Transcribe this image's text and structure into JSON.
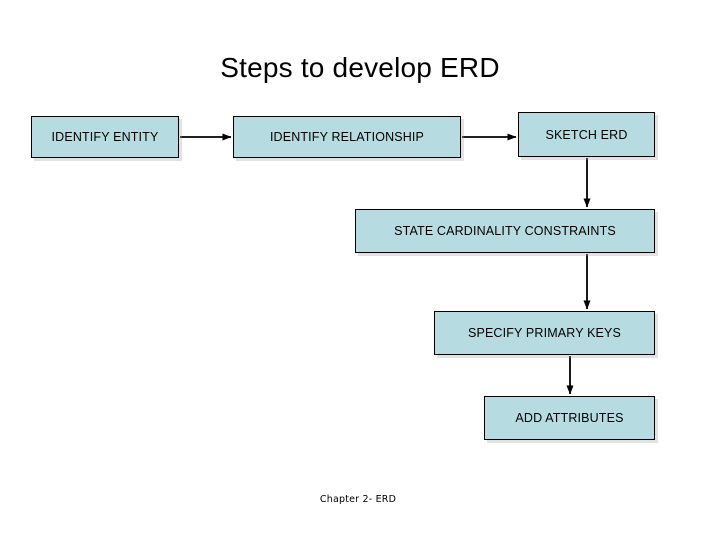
{
  "slide": {
    "title": "Steps to develop ERD",
    "background_color": "#ffffff",
    "footer": "Chapter 2- ERD"
  },
  "theme": {
    "node_fill": "#b6dce1",
    "node_border": "#000000",
    "text_color": "#000000",
    "connector_color": "#000000"
  },
  "diagram": {
    "type": "flowchart",
    "orientation": "left-to-right then top-to-bottom",
    "nodes": [
      {
        "id": "identify-entity",
        "label": "IDENTIFY ENTITY"
      },
      {
        "id": "identify-relationship",
        "label": "IDENTIFY RELATIONSHIP"
      },
      {
        "id": "sketch-erd",
        "label": "SKETCH ERD"
      },
      {
        "id": "state-cardinality",
        "label": "STATE CARDINALITY CONSTRAINTS"
      },
      {
        "id": "specify-primary-keys",
        "label": "SPECIFY PRIMARY KEYS"
      },
      {
        "id": "add-attributes",
        "label": "ADD ATTRIBUTES"
      }
    ],
    "edges": [
      {
        "from": "identify-entity",
        "to": "identify-relationship",
        "direction": "right"
      },
      {
        "from": "identify-relationship",
        "to": "sketch-erd",
        "direction": "right"
      },
      {
        "from": "sketch-erd",
        "to": "state-cardinality",
        "direction": "down"
      },
      {
        "from": "state-cardinality",
        "to": "specify-primary-keys",
        "direction": "down"
      },
      {
        "from": "specify-primary-keys",
        "to": "add-attributes",
        "direction": "down"
      }
    ]
  }
}
